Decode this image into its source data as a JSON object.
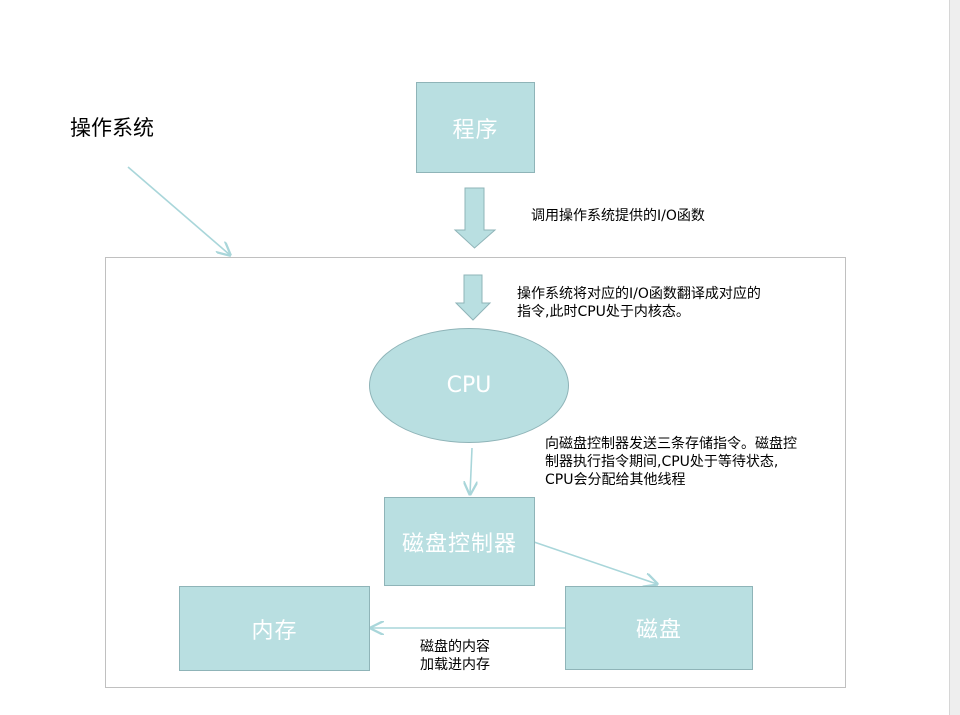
{
  "diagram": {
    "os_label": "操作系统",
    "nodes": {
      "program": "程序",
      "cpu": "CPU",
      "disk_controller": "磁盘控制器",
      "memory": "内存",
      "disk": "磁盘"
    },
    "notes": {
      "call_io": "调用操作系统提供的I/O函数",
      "translate_line1": "操作系统将对应的I/O函数翻译成对应的",
      "translate_line2": "指令,此时CPU处于内核态。",
      "disk_cmd_line1": "向磁盘控制器发送三条存储指令。磁盘控",
      "disk_cmd_line2": "制器执行指令期间,CPU处于等待状态,",
      "disk_cmd_line3": "CPU会分配给其他线程",
      "load_line1": "磁盘的内容",
      "load_line2": "加载进内存"
    },
    "colors": {
      "node_fill": "#b9dfe1",
      "node_border": "#8fb4b8",
      "arrow_fill": "#b9dfe1",
      "connector": "#a9d6da"
    }
  }
}
